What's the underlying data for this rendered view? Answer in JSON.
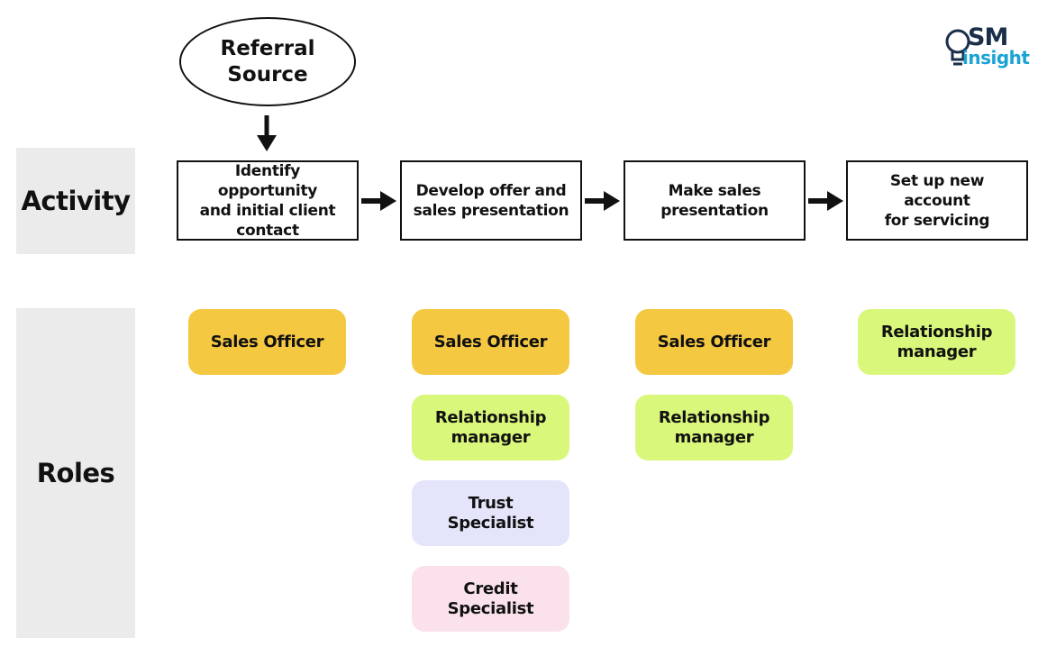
{
  "lanes": {
    "activity_label": "Activity",
    "roles_label": "Roles"
  },
  "source": {
    "label": "Referral\nSource"
  },
  "activities": [
    {
      "label": "Identify opportunity\nand initial client\ncontact"
    },
    {
      "label": "Develop offer and\nsales presentation"
    },
    {
      "label": "Make sales\npresentation"
    },
    {
      "label": "Set up new account\nfor servicing"
    }
  ],
  "roles": {
    "col1": [
      {
        "label": "Sales Officer",
        "color": "#f5c842"
      }
    ],
    "col2": [
      {
        "label": "Sales Officer",
        "color": "#f5c842"
      },
      {
        "label": "Relationship\nmanager",
        "color": "#d9f77a"
      },
      {
        "label": "Trust\nSpecialist",
        "color": "#e4e4fb"
      },
      {
        "label": "Credit\nSpecialist",
        "color": "#fbe1ec"
      }
    ],
    "col3": [
      {
        "label": "Sales Officer",
        "color": "#f5c842"
      },
      {
        "label": "Relationship\nmanager",
        "color": "#d9f77a"
      }
    ],
    "col4": [
      {
        "label": "Relationship\nmanager",
        "color": "#d9f77a"
      }
    ]
  },
  "logo": {
    "line1": "SM",
    "line2": "insight",
    "icon": "lightbulb-icon",
    "colors": {
      "primary": "#1a2f4a",
      "accent": "#1aa3d4"
    }
  }
}
